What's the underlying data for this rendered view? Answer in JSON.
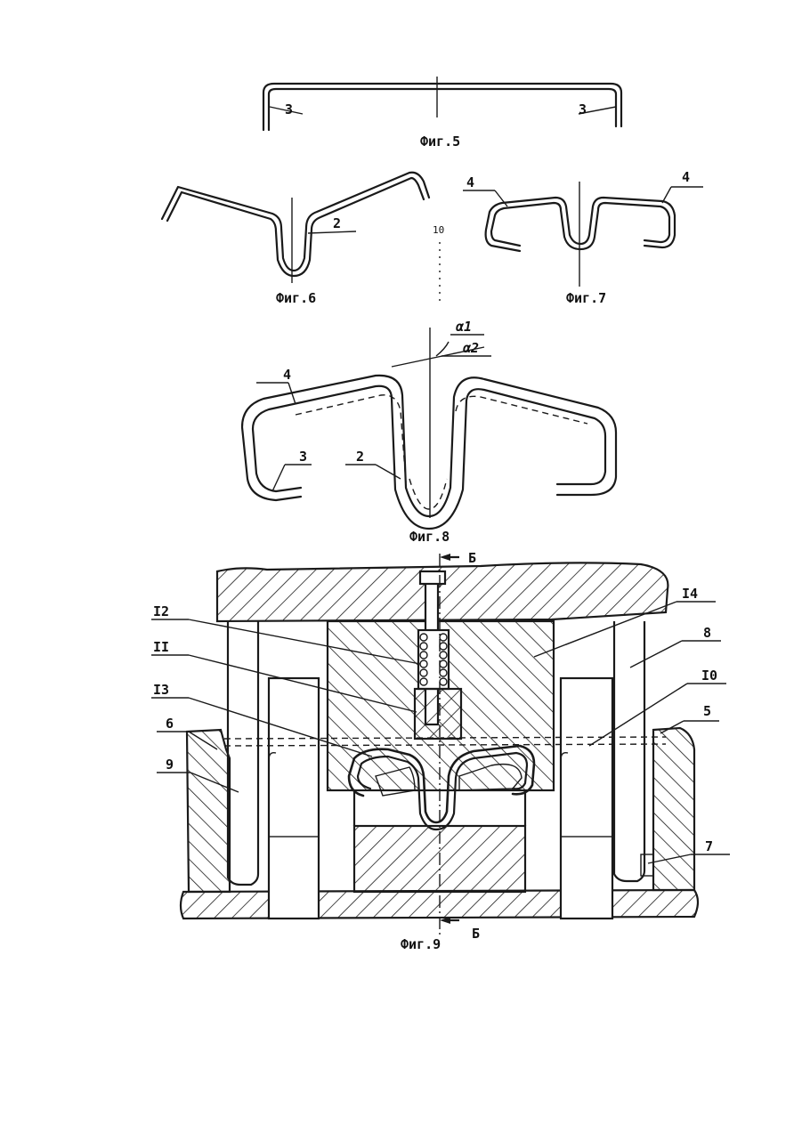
{
  "figures": {
    "fig5": {
      "caption": "Фиг.5",
      "labels": [
        "3",
        "3"
      ]
    },
    "fig6": {
      "caption": "Фиг.6",
      "labels": [
        "2"
      ]
    },
    "fig7": {
      "caption": "Фиг.7",
      "labels": [
        "4",
        "4"
      ]
    },
    "fig8": {
      "caption": "Фиг.8",
      "labels": [
        "α1",
        "α2",
        "4",
        "3",
        "2"
      ]
    },
    "fig9": {
      "caption": "Фиг.9",
      "section_mark": "Б",
      "labels": [
        "I2",
        "II",
        "I3",
        "6",
        "9",
        "I4",
        "8",
        "I0",
        "5",
        "7"
      ]
    },
    "stray_label": "10"
  }
}
